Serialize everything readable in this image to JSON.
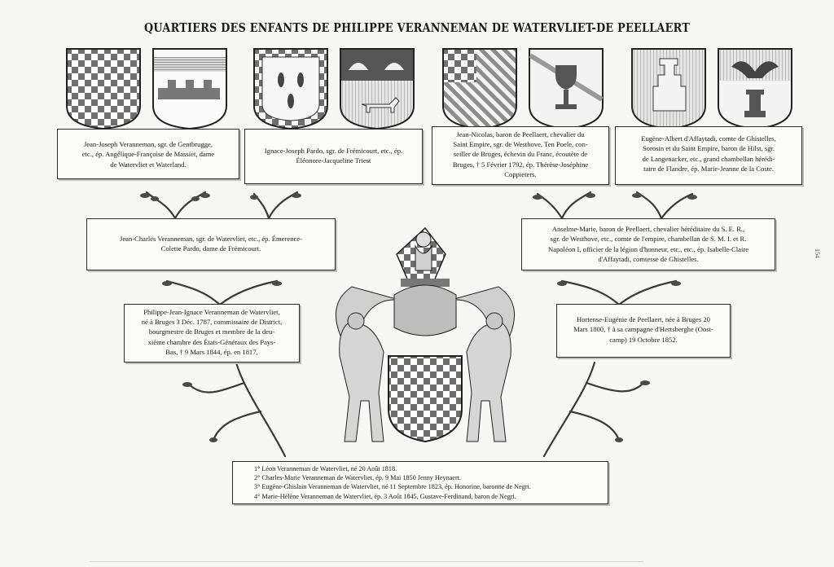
{
  "title": "QUARTIERS DES ENFANTS DE PHILIPPE VERANNEMAN DE WATERVLIET-DE PEELLAERT",
  "page_number": "154",
  "boxes": {
    "b1": [
      "Jean-Joseph Veranneman, sgr. de Gentbrugge,",
      "etc., ép. Angélique-Françoise de Massiet, dame",
      "de Watervliet et Waterland."
    ],
    "b2": [
      "Ignace-Joseph Pardo, sgr. de Frémicourt, etc., ép.",
      "Éléonore-Jacqueline Triest"
    ],
    "b3": [
      "Jean-Nicolas, baron de Peellaert, chevalier du",
      "Saint Empire, sgr. de Westhove, Ten Poele, con-",
      "seiller de Bruges, échevin du Franc, écoutète de",
      "Bruges, † 5 Février 1792, ép. Thérèse-Joséphine",
      "Coppieters."
    ],
    "b4": [
      "Eugène-Albert d'Affaytadi, comte de Ghistelles,",
      "Sorosin et du Saint Empire, baron de Hilst, sgr.",
      "de Langenacker, etc., grand chambellan hérédi-",
      "taire de Flandre, ép. Marie-Jeanne de la Coste."
    ],
    "b5": [
      "Jean-Charles Veranneman, sgr. de Watervliet, etc., ép. Émerence-",
      "Colette Pardo, dame de Frémicourt."
    ],
    "b6": [
      "Anselme-Marie, baron de Peellaert, chevalier héréditaire du S. E. R.,",
      "sgr. de Westhove, etc., comte de l'empire, chambellan de S. M. I. et R.",
      "Napoléon I, officier de la légion d'honneur, etc., etc., ép. Isabelle-Claire",
      "d'Affaytadi, comtesse de Ghistelles."
    ],
    "b7": [
      "Philippe-Jean-Ignace Veranneman de Watervliet,",
      "né à Bruges 3 Déc. 1787, commissaire de District,",
      "bourgmestre de Bruges et membre de la deu-",
      "xième chambre des États-Généraux des Pays-",
      "Bas, † 9 Mars 1844, ép. en 1817,"
    ],
    "b8": [
      "Hortense-Eugénie de Peellaert, née à Bruges 20",
      "Mars 1800, † à sa campagne d'Hertsberghe (Oost-",
      "camp) 19 Octobre 1852."
    ]
  },
  "children": [
    "1° Léon Veranneman de Watervliet, né 20 Août 1818.",
    "2° Charles-Marie Veranneman de Watervliet, ép. 9 Mai 1850 Jenny Heynaert.",
    "3° Eugène-Ghislain Veranneman de Watervliet, né 11 Septembre 1823, ép. Honorine, baronne de Negri.",
    "4° Marie-Hélène Veranneman de Watervliet, ép. 3 Août 1845, Gustave-Ferdinand, baron de Negri."
  ]
}
